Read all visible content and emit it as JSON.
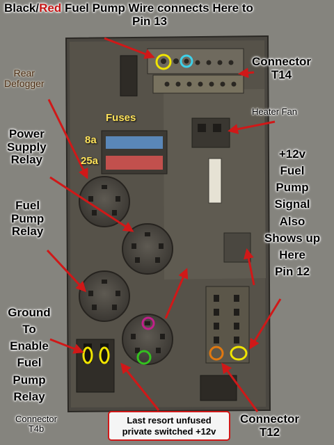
{
  "title": {
    "part1": "Black/",
    "part2": "Red",
    "part3": " Fuel Pump Wire connects Here to",
    "line2": "Pin 13"
  },
  "labels": {
    "connector_t14": [
      "Connector",
      "T14"
    ],
    "rear_defogger": [
      "Rear",
      "Defogger"
    ],
    "heater_fan": "Heater Fan",
    "fuses": "Fuses",
    "fuse_8a": "8a",
    "fuse_25a": "25a",
    "power_supply_relay": [
      "Power",
      "Supply",
      "Relay"
    ],
    "fuel_pump_relay": [
      "Fuel",
      "Pump",
      "Relay"
    ],
    "fuel_pump_signal": [
      "+12v",
      "Fuel",
      "Pump",
      "Signal",
      "Also",
      "Shows up",
      "Here",
      "Pin 12"
    ],
    "ground_enable": [
      "Ground",
      "To",
      "Enable",
      "Fuel",
      "Pump",
      "Relay"
    ],
    "connector_t4b": [
      "Connector",
      "T4b"
    ],
    "connector_t12": [
      "Connector",
      "T12"
    ],
    "last_resort": [
      "Last resort unfused",
      "private switched +12v"
    ]
  },
  "colors": {
    "arrow": "#d01818",
    "circle_yellow": "#f0e400",
    "circle_cyan": "#3fd0e8",
    "circle_magenta": "#c0208a",
    "circle_green": "#34c020",
    "circle_orange": "#e07810"
  }
}
